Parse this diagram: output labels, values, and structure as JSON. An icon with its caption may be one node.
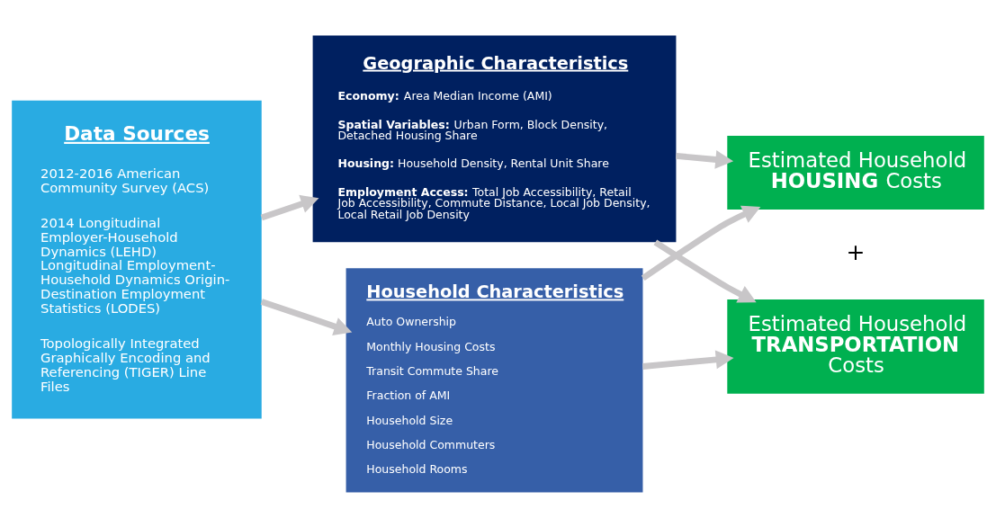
{
  "diagram": {
    "nodes": [
      {
        "text": [
          "Data Sources",
          "2012-2016 American Community Survey (ACS)",
          "2014 Longitudinal Employer-Household Dynamics (LEHD) Longitudinal Employment-Household Dynamics Origin-Destination Employment Statistics (LODES)",
          "Topologically Integrated Graphically Encoding and Referencing (TIGER) Line Files"
        ]
      },
      {
        "text": [
          "Geographic Characteristics",
          "**Economy:** Area Median Income (AMI)",
          "**Spatial Variables:** Urban Form, Block Density, Detached Housing Share",
          "**Housing:** Household Density, Rental Unit Share",
          "**Employment Access:** Total Job Accessibility, Retail Job Accessibility, Commute Distance, Local Job Density, Local Retail Job Density"
        ]
      },
      {
        "text": [
          "Household Characteristics",
          "Auto Ownership",
          "Monthly Housing Costs",
          "Transit Commute Share",
          "Fraction of AMI",
          "Household Size",
          "Household Commuters",
          "Household Rooms"
        ]
      },
      {
        "text": [
          "Estimated Household **HOUSING** Costs"
        ]
      },
      {
        "text": [
          "Estimated Household **TRANSPORTATION** Costs"
        ]
      }
    ],
    "edges": [
      {
        "from": 0,
        "to": 1,
        "arrow": "to"
      },
      {
        "from": 0,
        "to": 2,
        "arrow": "to"
      },
      {
        "from": 1,
        "to": 3,
        "arrow": "to"
      },
      {
        "from": 1,
        "to": 4,
        "arrow": "to"
      },
      {
        "from": 2,
        "to": 3,
        "arrow": "to"
      },
      {
        "from": 2,
        "to": 4,
        "arrow": "to"
      }
    ],
    "labels": [
      "+"
    ]
  }
}
